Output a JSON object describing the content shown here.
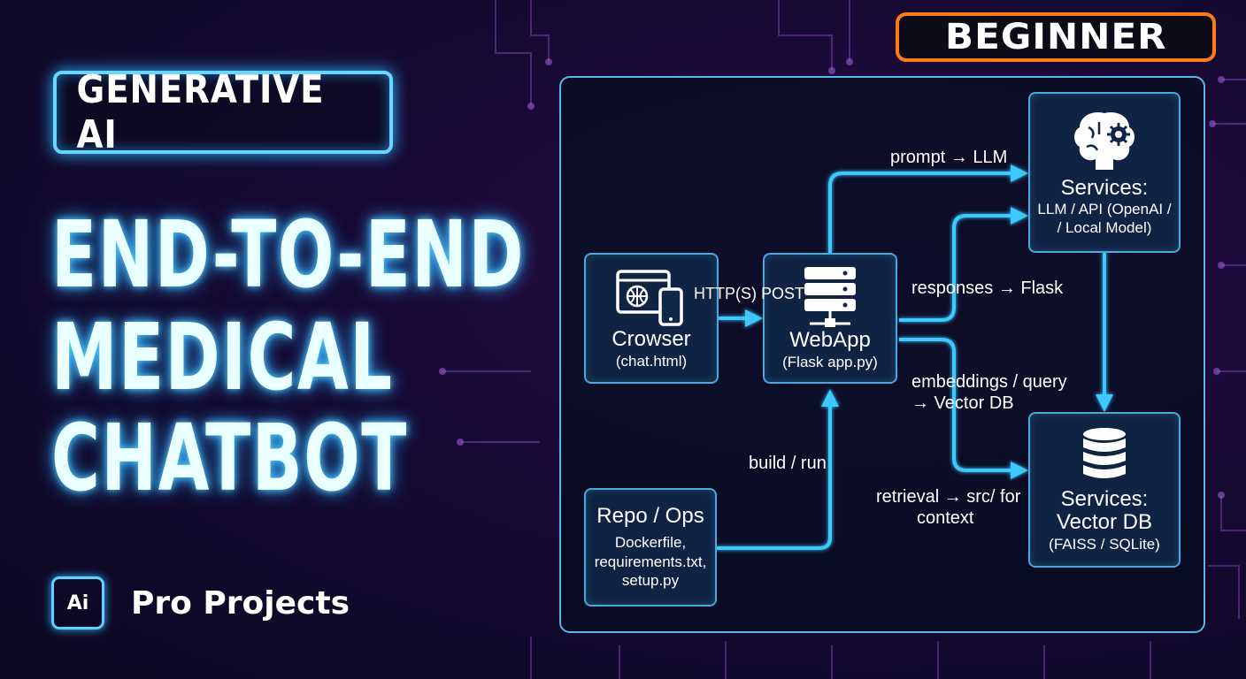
{
  "badge": {
    "label": "BEGINNER"
  },
  "hero": {
    "tag": "GENERATIVE AI",
    "title_lines": [
      "END-TO-END",
      "MEDICAL",
      "CHATBOT"
    ]
  },
  "brand": {
    "chip": "Ai",
    "name": "Pro Projects"
  },
  "diagram": {
    "nodes": {
      "browser": {
        "title": "Crowser",
        "sub": "(chat.html)",
        "icon": "browser-devices-icon"
      },
      "webapp": {
        "title": "WebApp",
        "sub": "(Flask app.py)",
        "icon": "server-icon"
      },
      "repo": {
        "title": "Repo / Ops",
        "sub_lines": [
          "Dockerfile,",
          "requirements.txt,",
          "setup.py"
        ]
      },
      "llm": {
        "title": "Services:",
        "sub_lines": [
          "LLM / API (OpenAI /",
          "/ Local Model)"
        ],
        "icon": "brain-gear-icon"
      },
      "vectordb": {
        "title_lines": [
          "Services:",
          "Vector DB"
        ],
        "sub": "(FAISS / SQLite)",
        "icon": "database-icon"
      }
    },
    "edges": {
      "http_post": "HTTP(S) POST",
      "prompt": "prompt → LLM",
      "responses": "responses → Flask",
      "embeddings": [
        "embeddings / query",
        "→ Vector DB"
      ],
      "build_run": "build / run",
      "retrieval": [
        "retrieval → src/ for",
        "context"
      ]
    }
  },
  "colors": {
    "accent": "#3cc8ff",
    "badge_border": "#ff7a1a",
    "background": "#160a33"
  }
}
